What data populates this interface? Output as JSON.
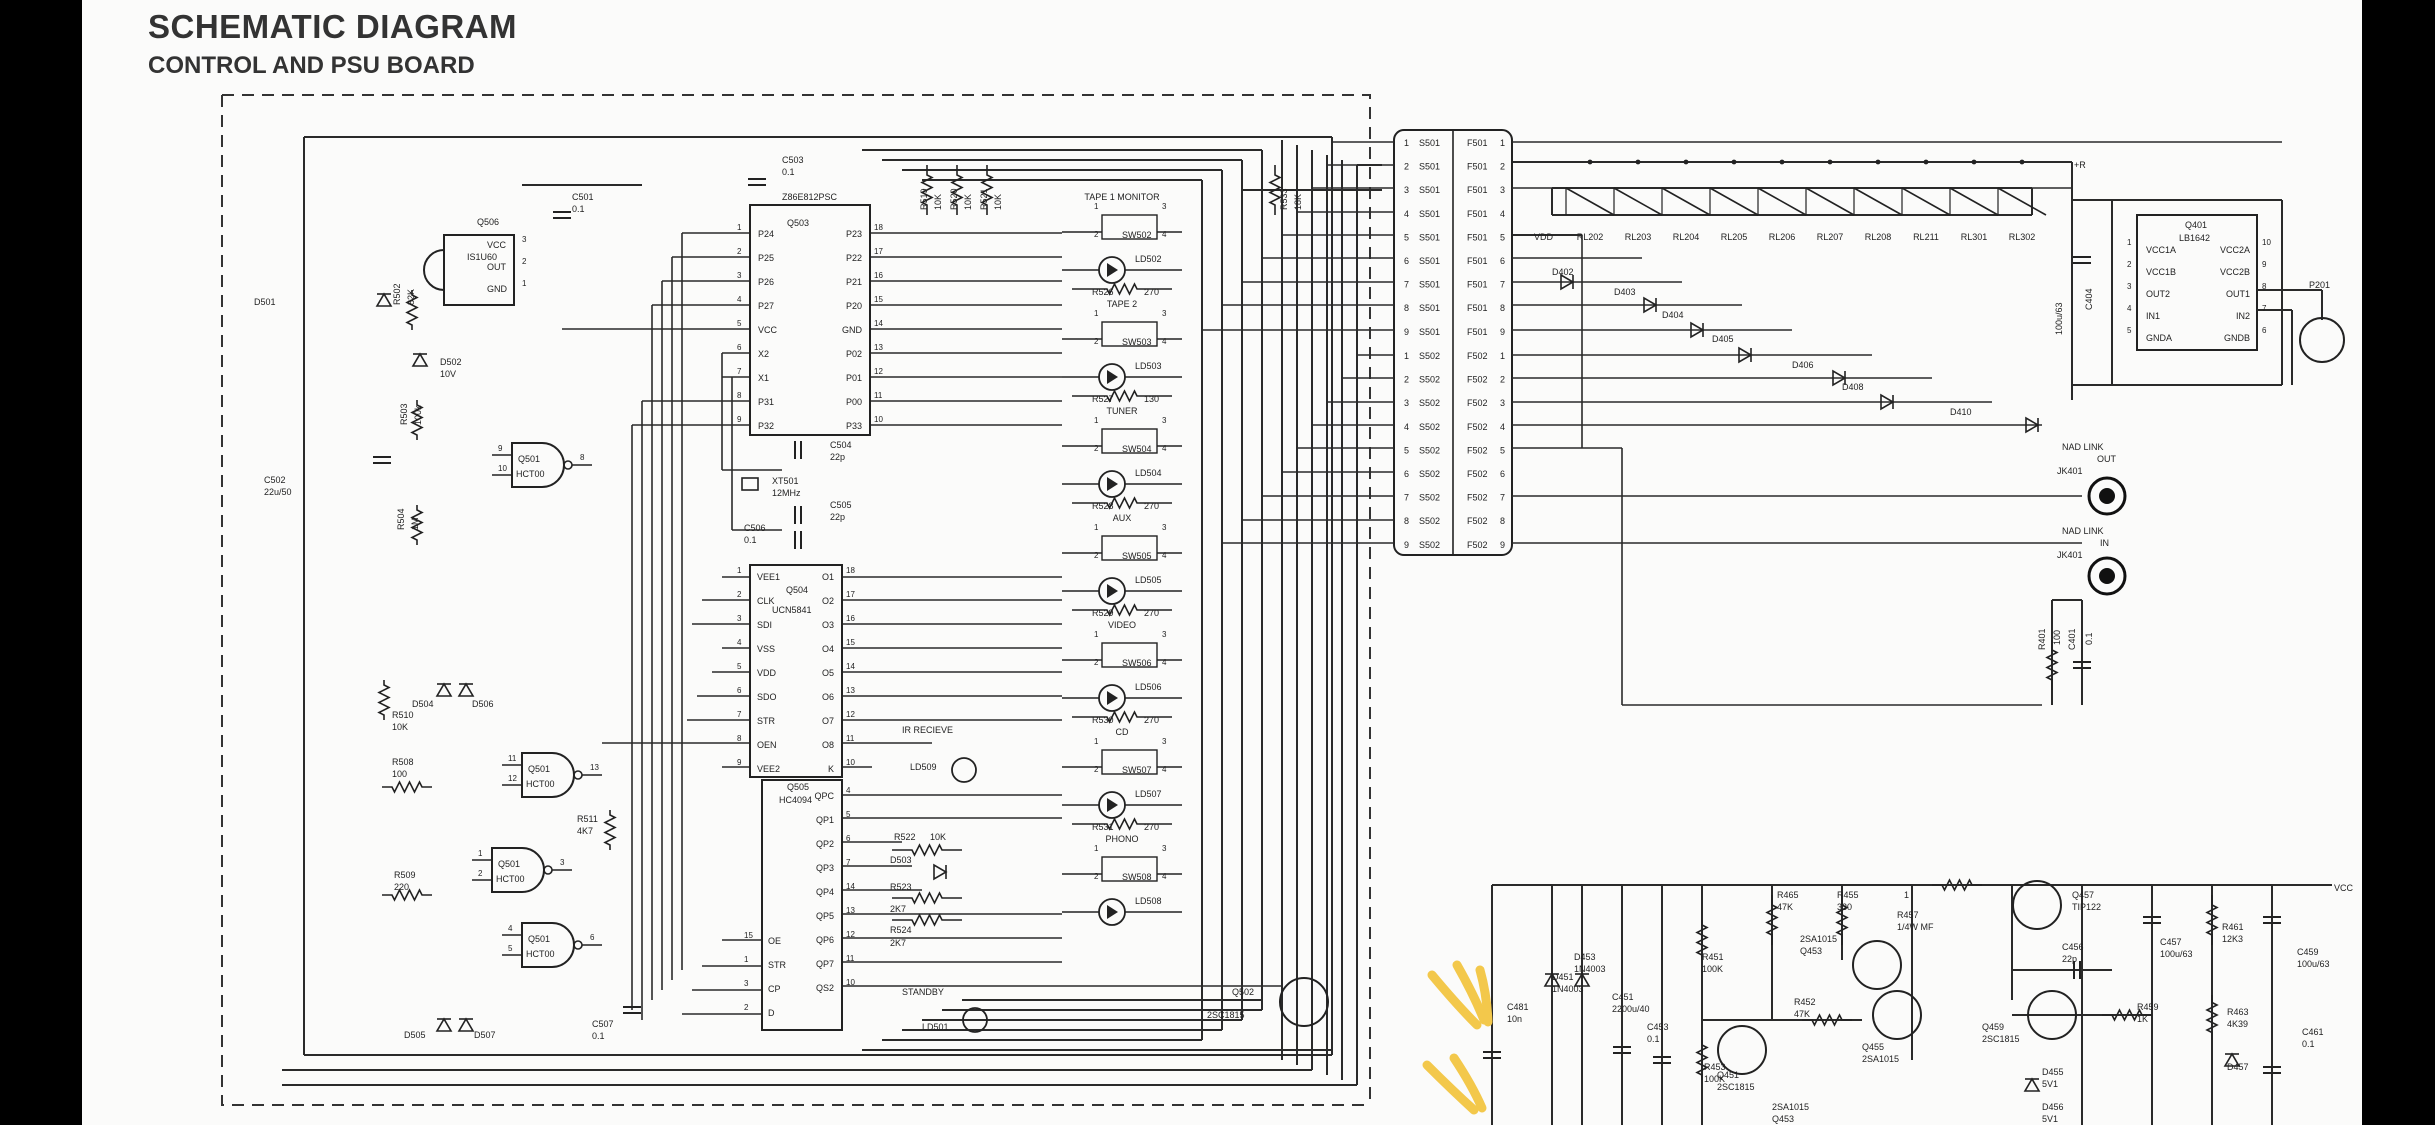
{
  "header": {
    "title": "SCHEMATIC DIAGRAM",
    "subtitle": "CONTROL AND PSU BOARD"
  },
  "mcu": {
    "ref": "Q503",
    "part": "Z86E812PSC",
    "left_pins": [
      "P24",
      "P25",
      "P26",
      "P27",
      "VCC",
      "X2",
      "X1",
      "P31",
      "P32"
    ],
    "left_nums": [
      "1",
      "2",
      "3",
      "4",
      "5",
      "6",
      "7",
      "8",
      "9"
    ],
    "right_pins": [
      "P23",
      "P22",
      "P21",
      "P20",
      "GND",
      "P02",
      "P01",
      "P00",
      "P33"
    ],
    "right_nums": [
      "18",
      "17",
      "16",
      "15",
      "14",
      "13",
      "12",
      "11",
      "10"
    ]
  },
  "driver": {
    "ref": "Q504",
    "part": "UCN5841",
    "left_pins": [
      "VEE1",
      "CLK",
      "SDI",
      "VSS",
      "VDD",
      "SDO",
      "STR",
      "OEN",
      "VEE2"
    ],
    "left_nums": [
      "1",
      "2",
      "3",
      "4",
      "5",
      "6",
      "7",
      "8",
      "9"
    ],
    "right_pins": [
      "O1",
      "O2",
      "O3",
      "O4",
      "O5",
      "O6",
      "O7",
      "O8",
      "K"
    ],
    "right_nums": [
      "18",
      "17",
      "16",
      "15",
      "14",
      "13",
      "12",
      "11",
      "10"
    ]
  },
  "shift": {
    "ref": "Q505",
    "part": "HC4094",
    "left_pins": [
      "OE",
      "STR",
      "CP",
      "D"
    ],
    "left_nums": [
      "15",
      "1",
      "3",
      "2"
    ],
    "right_pins": [
      "QPC",
      "QP1",
      "QP2",
      "QP3",
      "QP4",
      "QP5",
      "QP6",
      "QP7",
      "QS2"
    ],
    "right_nums": [
      "4",
      "5",
      "6",
      "7",
      "14",
      "13",
      "12",
      "11",
      "10"
    ]
  },
  "reset": {
    "ref": "Q506",
    "part": "IS1U60",
    "pins": [
      "VCC",
      "OUT",
      "GND"
    ],
    "nums": [
      "3",
      "2",
      "1"
    ]
  },
  "gates": [
    {
      "ref": "Q501",
      "part": "HCT00",
      "in1": "9",
      "in2": "10",
      "out": "8"
    },
    {
      "ref": "Q501",
      "part": "HCT00",
      "in1": "11",
      "in2": "12",
      "out": "13"
    },
    {
      "ref": "Q501",
      "part": "HCT00",
      "in1": "1",
      "in2": "2",
      "out": "3"
    },
    {
      "ref": "Q501",
      "part": "HCT00",
      "in1": "4",
      "in2": "5",
      "out": "6"
    }
  ],
  "left_parts": [
    {
      "label": "C503",
      "sub": "0.1"
    },
    {
      "label": "C501",
      "sub": "0.1"
    },
    {
      "label": "D501",
      "sub": ""
    },
    {
      "label": "R502",
      "sub": "82K"
    },
    {
      "label": "D502",
      "sub": "10V"
    },
    {
      "label": "R503",
      "sub": "100k"
    },
    {
      "label": "C502",
      "sub": "22u/50"
    },
    {
      "label": "R504",
      "sub": "1M"
    },
    {
      "label": "C504",
      "sub": "22p"
    },
    {
      "label": "XT501",
      "sub": "12MHz"
    },
    {
      "label": "C505",
      "sub": "22p"
    },
    {
      "label": "C506",
      "sub": "0.1"
    },
    {
      "label": "D504",
      "sub": ""
    },
    {
      "label": "D506",
      "sub": ""
    },
    {
      "label": "R510",
      "sub": "10K"
    },
    {
      "label": "R508",
      "sub": "100"
    },
    {
      "label": "R511",
      "sub": "4K7"
    },
    {
      "label": "R509",
      "sub": "220"
    },
    {
      "label": "C507",
      "sub": "0.1"
    },
    {
      "label": "D505",
      "sub": ""
    },
    {
      "label": "D507",
      "sub": ""
    },
    {
      "label": "R519",
      "sub": "10K"
    },
    {
      "label": "R520",
      "sub": "10K"
    },
    {
      "label": "R521",
      "sub": "10K"
    },
    {
      "label": "R533",
      "sub": "18K"
    }
  ],
  "switches": [
    {
      "name": "TAPE 1  MONITOR",
      "sw": "SW502",
      "led": "LD502",
      "r": "",
      "rv": ""
    },
    {
      "name": "TAPE 2",
      "sw": "SW503",
      "led": "LD503",
      "r": "R526",
      "rv": "270"
    },
    {
      "name": "TUNER",
      "sw": "SW504",
      "led": "LD504",
      "r": "R527",
      "rv": "130"
    },
    {
      "name": "AUX",
      "sw": "SW505",
      "led": "LD505",
      "r": "R528",
      "rv": "270"
    },
    {
      "name": "VIDEO",
      "sw": "SW506",
      "led": "LD506",
      "r": "R529",
      "rv": "270"
    },
    {
      "name": "CD",
      "sw": "SW507",
      "led": "LD507",
      "r": "R530",
      "rv": "270"
    },
    {
      "name": "PHONO",
      "sw": "SW508",
      "led": "LD508",
      "r": "R531",
      "rv": "270"
    }
  ],
  "mid_parts": {
    "ir": "IR RECIEVE",
    "ld509": "LD509",
    "r522": "R522",
    "r522v": "10K",
    "d503": "D503",
    "r523": "R523",
    "r523v": "2K7",
    "r524": "R524",
    "r524v": "2K7",
    "standby": "STANDBY",
    "ld501": "LD501",
    "q502": "Q502",
    "q502p": "2SC1815"
  },
  "connector": {
    "left_s501": "S501",
    "right_f501": "F501",
    "left_s502": "S502",
    "right_f502": "F502",
    "nums": [
      "1",
      "2",
      "3",
      "4",
      "5",
      "6",
      "7",
      "8",
      "9"
    ]
  },
  "relays": {
    "labels": [
      "RL202",
      "RL203",
      "RL204",
      "RL205",
      "RL206",
      "RL207",
      "RL208",
      "RL211",
      "RL301",
      "RL302"
    ],
    "vdd": "VDD",
    "plusr": "+R",
    "diodes": [
      "D402",
      "D403",
      "D404",
      "D405",
      "D406",
      "D408",
      "D410"
    ]
  },
  "lb1642": {
    "ref": "Q401",
    "part": "LB1642",
    "left_pins": [
      "VCC1A",
      "VCC1B",
      "OUT2",
      "IN1",
      "GNDA"
    ],
    "left_nums": [
      "1",
      "2",
      "3",
      "4",
      "5"
    ],
    "right_pins": [
      "VCC2A",
      "VCC2B",
      "OUT1",
      "IN2",
      "GNDB"
    ],
    "right_nums": [
      "10",
      "9",
      "8",
      "7",
      "6"
    ],
    "c404": "C404",
    "c404v": "100u/63",
    "p201": "P201"
  },
  "nad": {
    "out_label": "NAD LINK",
    "out_sub": "OUT",
    "out_ref": "JK401",
    "in_label": "NAD LINK",
    "in_sub": "IN",
    "in_ref": "JK401",
    "r401": "R401",
    "c401": "C401",
    "r401v": "100",
    "c401v": "0.1"
  },
  "psu": {
    "vcc": "VCC",
    "parts": [
      {
        "label": "R465",
        "sub": "47K"
      },
      {
        "label": "R455",
        "sub": "330"
      },
      {
        "label": "R457",
        "sub": "1/4W MF"
      },
      {
        "label": "R457n",
        "sub": "1"
      },
      {
        "label": "Q457",
        "sub": "TIP122"
      },
      {
        "label": "2SA1015",
        "sub": "Q453"
      },
      {
        "label": "C456",
        "sub": "22p"
      },
      {
        "label": "C457",
        "sub": "100u/63"
      },
      {
        "label": "R461",
        "sub": "12K3"
      },
      {
        "label": "C459",
        "sub": "100u/63"
      },
      {
        "label": "R452",
        "sub": "47K"
      },
      {
        "label": "Q455",
        "sub": "2SA1015"
      },
      {
        "label": "Q459",
        "sub": "2SC1815"
      },
      {
        "label": "R459",
        "sub": "1K"
      },
      {
        "label": "R463",
        "sub": "4K39"
      },
      {
        "label": "D457",
        "sub": ""
      },
      {
        "label": "C461",
        "sub": "0.1"
      },
      {
        "label": "R451",
        "sub": "100K"
      },
      {
        "label": "C451",
        "sub": "2200u/40"
      },
      {
        "label": "C453",
        "sub": "0.1"
      },
      {
        "label": "R453",
        "sub": "100K"
      },
      {
        "label": "Q451",
        "sub": "2SC1815"
      },
      {
        "label": "D455",
        "sub": "5V1"
      },
      {
        "label": "D456",
        "sub": "5V1"
      },
      {
        "label": "D451",
        "sub": "1N4003"
      },
      {
        "label": "D453",
        "sub": "1N4003"
      },
      {
        "label": "C481",
        "sub": "10n"
      },
      {
        "label": "2SA1015",
        "sub": "Q453"
      }
    ]
  }
}
